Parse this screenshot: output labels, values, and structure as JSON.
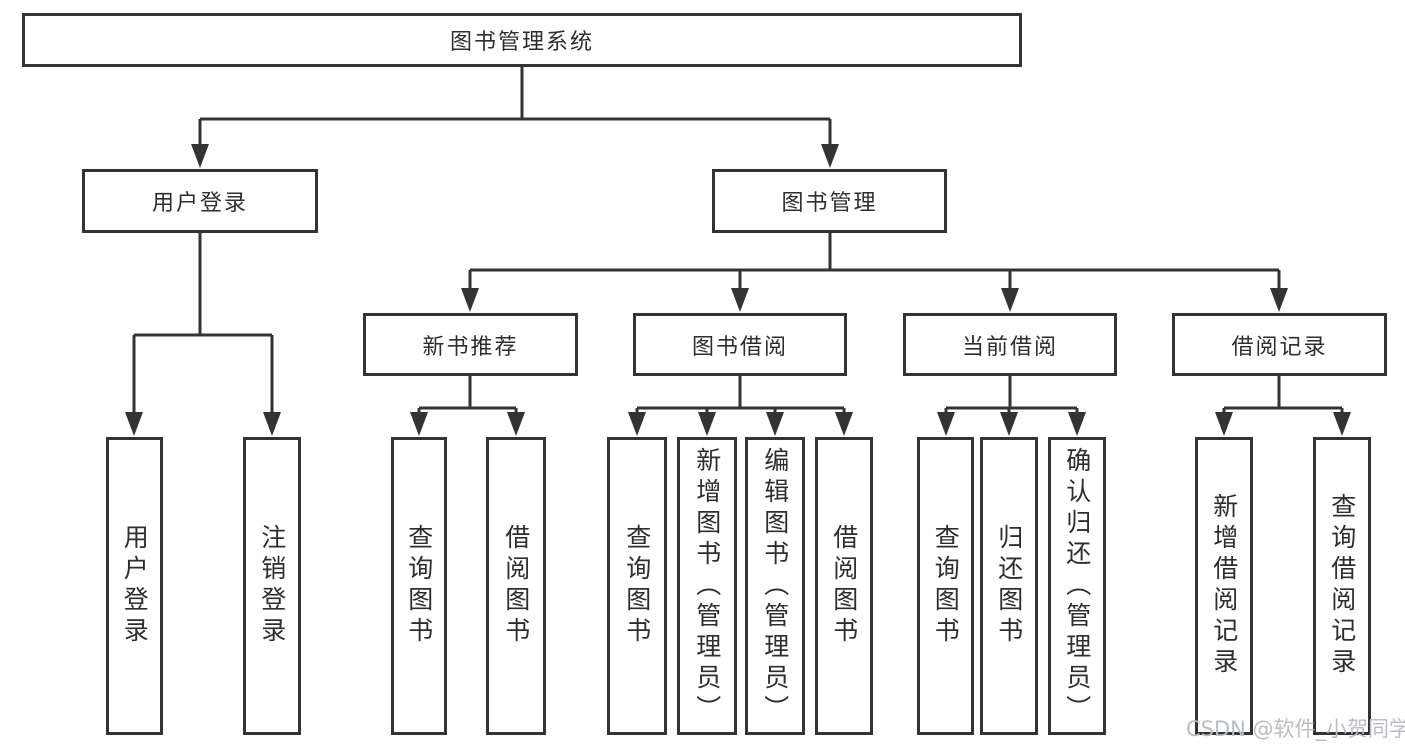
{
  "diagram": {
    "title": "图书管理系统",
    "root": {
      "label": "图书管理系统"
    },
    "branches": [
      {
        "label": "用户登录",
        "children": [
          {
            "label": "用户登录"
          },
          {
            "label": "注销登录"
          }
        ]
      },
      {
        "label": "图书管理",
        "groups": [
          {
            "label": "新书推荐",
            "children": [
              {
                "label": "查询图书"
              },
              {
                "label": "借阅图书"
              }
            ]
          },
          {
            "label": "图书借阅",
            "children": [
              {
                "label": "查询图书"
              },
              {
                "label": "新增图书（管理员）"
              },
              {
                "label": "编辑图书（管理员）"
              },
              {
                "label": "借阅图书"
              }
            ]
          },
          {
            "label": "当前借阅",
            "children": [
              {
                "label": "查询图书"
              },
              {
                "label": "归还图书"
              },
              {
                "label": "确认归还（管理员）"
              }
            ]
          },
          {
            "label": "借阅记录",
            "children": [
              {
                "label": "新增借阅记录"
              },
              {
                "label": "查询借阅记录"
              }
            ]
          }
        ]
      }
    ]
  },
  "watermark": {
    "text": "CSDN @软件_小贺同学"
  },
  "colors": {
    "line": "#333333",
    "box_bg": "#ffffff",
    "text": "#2e2e2e",
    "background": "#ffffff",
    "watermark": "#b9bdc4"
  }
}
